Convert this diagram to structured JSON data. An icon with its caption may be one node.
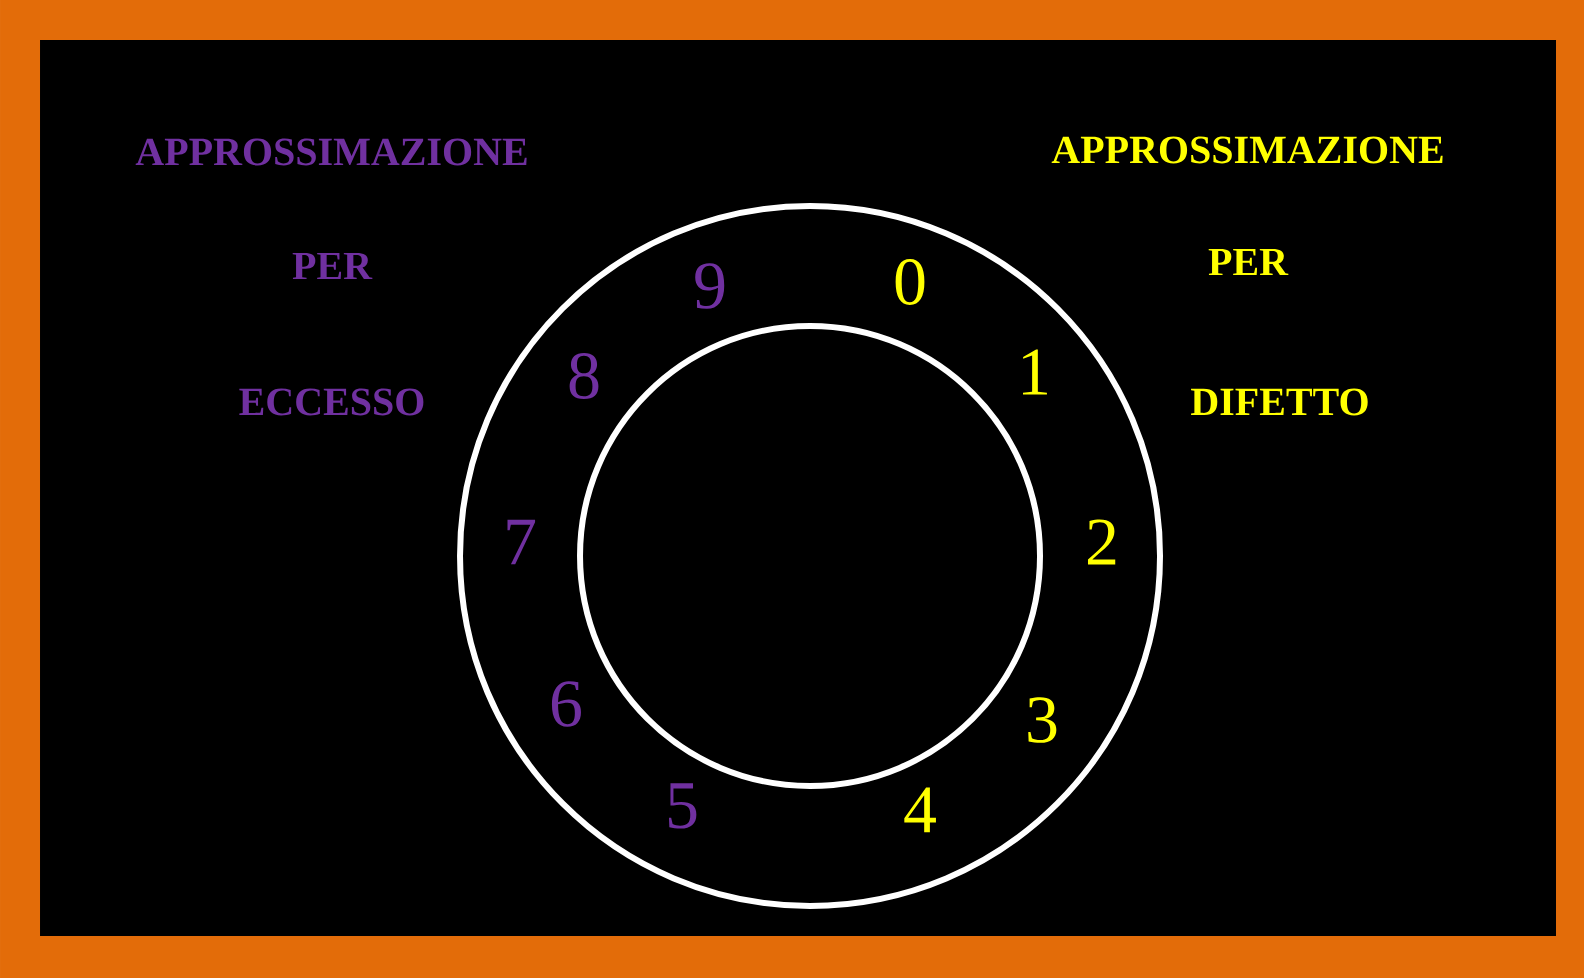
{
  "diagram": {
    "labels": [
      "APPROSSIMAZIONE",
      "APPROSSIMAZIONE",
      "PER",
      "9",
      "0",
      "PER",
      "ECCESSO",
      "8",
      "1",
      "DIFETTO",
      "7",
      "2",
      "6",
      "3",
      "5",
      "4"
    ]
  }
}
